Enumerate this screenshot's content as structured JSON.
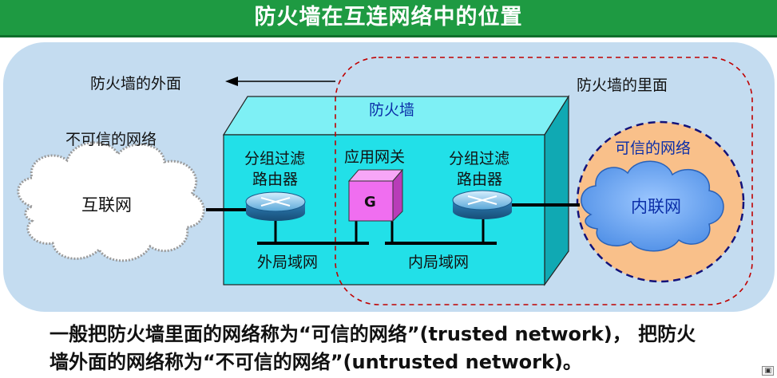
{
  "title": "防火墙在互连网络中的位置",
  "labels": {
    "outside": "防火墙的外面",
    "inside": "防火墙的里面",
    "firewall": "防火墙",
    "untrusted": "不可信的网络",
    "internet": "互联网",
    "packet_filter_left": [
      "分组过滤",
      "路由器"
    ],
    "app_gateway": "应用网关",
    "gateway_letter": "G",
    "packet_filter_right": [
      "分组过滤",
      "路由器"
    ],
    "trusted": "可信的网络",
    "intranet": "内联网",
    "outer_lan": "外局域网",
    "inner_lan": "内局域网"
  },
  "caption": [
    "一般把防火墙里面的网络称为“可信的网络”(trusted network)， 把防火",
    "墙外面的网络称为“不可信的网络”(untrusted network)。"
  ],
  "colors": {
    "title_bg": "#1e9a42",
    "panel_bg": "#c4dcf0",
    "firewall_box": "#22e0e8",
    "gateway_box": "#f06ef0",
    "trusted_circle": "#f9c08a",
    "cloud_blue": "#6fa8f0",
    "dashed_red": "#c00000"
  },
  "icons": [
    "router-icon",
    "cloud-icon",
    "arrow-left-icon"
  ]
}
